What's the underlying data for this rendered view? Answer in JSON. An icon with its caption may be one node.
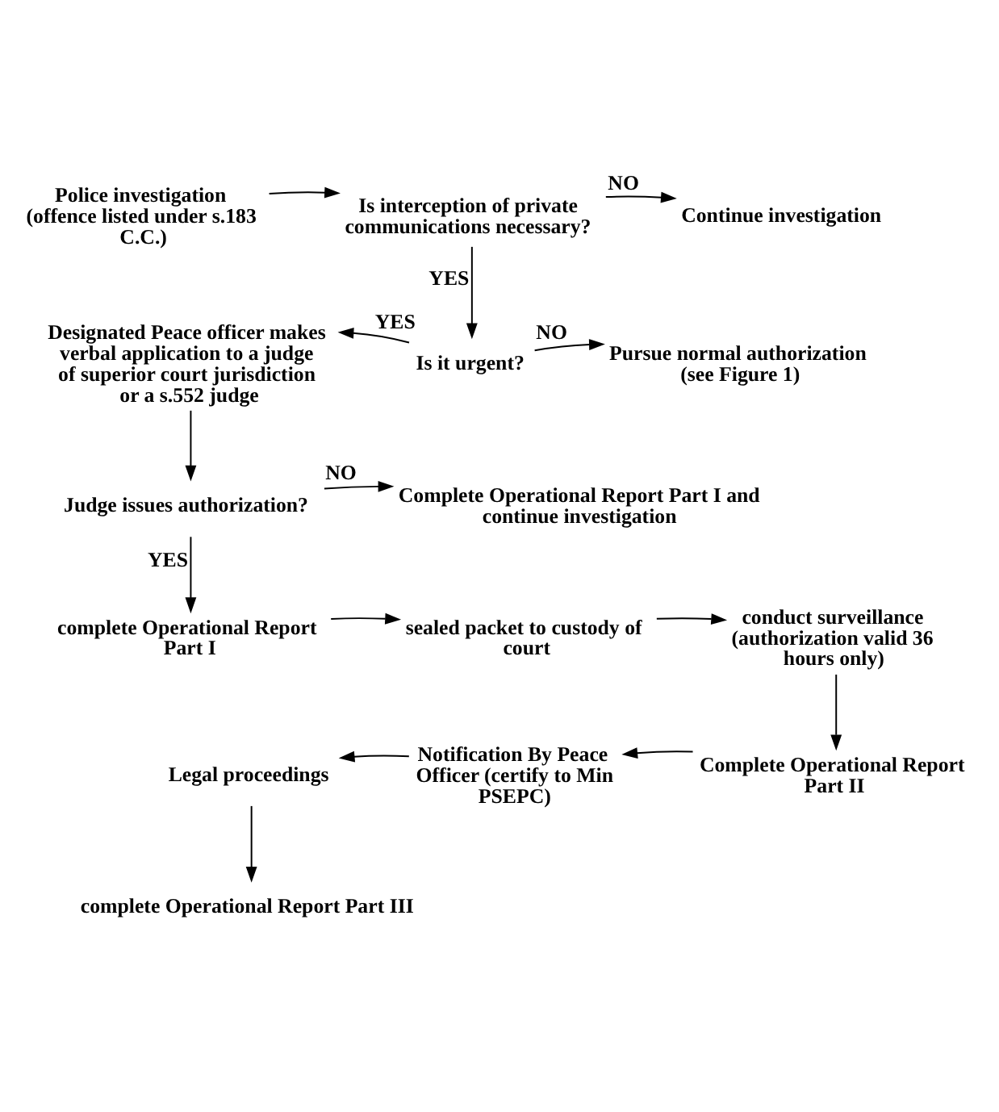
{
  "diagram": {
    "nodes": [
      {
        "text": [
          "Police investigation (offence listed under s.183 C.C.)"
        ]
      },
      {
        "text": [
          "Is interception of private communications necessary?"
        ]
      },
      {
        "text": [
          "Continue investigation"
        ]
      },
      {
        "text": [
          "Is it urgent?"
        ]
      },
      {
        "text": [
          "Pursue normal authorization (see Figure 1)"
        ]
      },
      {
        "text": [
          "Designated Peace officer makes verbal application to a judge of superior court jurisdiction or a s.552 judge"
        ]
      },
      {
        "text": [
          "Judge issues authorization?"
        ]
      },
      {
        "text": [
          "Complete Operational Report Part I and continue investigation"
        ]
      },
      {
        "text": [
          "complete Operational Report Part I"
        ]
      },
      {
        "text": [
          "sealed packet to custody of court"
        ]
      },
      {
        "text": [
          "conduct surveillance (authorization valid 36 hours only)"
        ]
      },
      {
        "text": [
          "Complete Operational Report Part II"
        ]
      },
      {
        "text": [
          "Notification By Peace Officer (certify to Min PSEPC)"
        ]
      },
      {
        "text": [
          "Legal proceedings"
        ]
      },
      {
        "text": [
          "complete Operational Report Part III"
        ]
      }
    ],
    "edges": [
      {
        "from": 0,
        "to": 1,
        "arrow": "to"
      },
      {
        "from": 1,
        "to": 2,
        "arrow": "to",
        "label": "NO"
      },
      {
        "from": 1,
        "to": 3,
        "arrow": "to",
        "label": "YES"
      },
      {
        "from": 3,
        "to": 5,
        "arrow": "to",
        "label": "YES"
      },
      {
        "from": 3,
        "to": 4,
        "arrow": "to",
        "label": "NO"
      },
      {
        "from": 5,
        "to": 6,
        "arrow": "to"
      },
      {
        "from": 6,
        "to": 7,
        "arrow": "to",
        "label": "NO"
      },
      {
        "from": 6,
        "to": 8,
        "arrow": "to",
        "label": "YES"
      },
      {
        "from": 8,
        "to": 9,
        "arrow": "to"
      },
      {
        "from": 9,
        "to": 10,
        "arrow": "to"
      },
      {
        "from": 10,
        "to": 11,
        "arrow": "to"
      },
      {
        "from": 11,
        "to": 12,
        "arrow": "to"
      },
      {
        "from": 12,
        "to": 13,
        "arrow": "to"
      },
      {
        "from": 13,
        "to": 14,
        "arrow": "to"
      }
    ]
  }
}
